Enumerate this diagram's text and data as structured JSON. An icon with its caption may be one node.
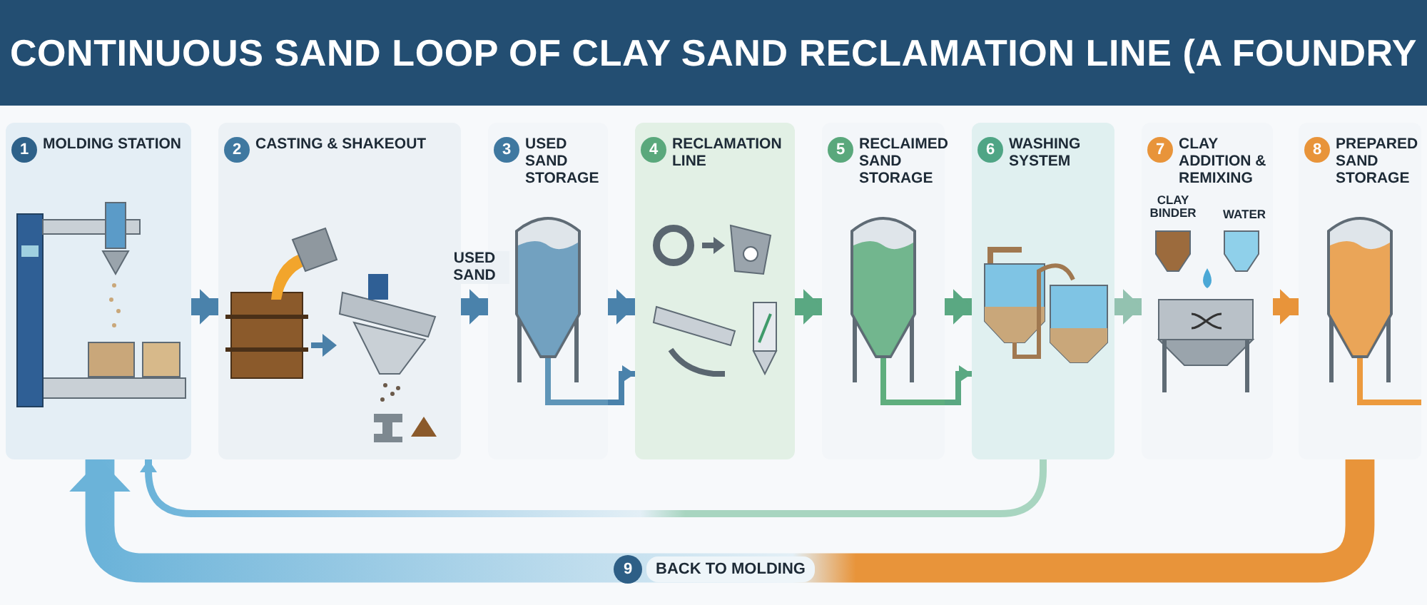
{
  "diagram": {
    "title": "CONTINUOUS SAND LOOP OF  CLAY SAND RECLAMATION LINE (A FOUNDRY",
    "nodes": [
      {
        "text": [
          "1",
          "MOLDING STATION"
        ]
      },
      {
        "text": [
          "2",
          "CASTING & SHAKEOUT"
        ]
      },
      {
        "text": [
          "3",
          "USED SAND STORAGE"
        ]
      },
      {
        "text": [
          "4",
          "RECLAMATION LINE"
        ]
      },
      {
        "text": [
          "5",
          "RECLAIMED SAND STORAGE"
        ]
      },
      {
        "text": [
          "6",
          "WASHING SYSTEM"
        ]
      },
      {
        "text": [
          "7",
          "CLAY ADDITION & REMIXING"
        ]
      },
      {
        "text": [
          "8",
          "PREPARED SAND STORAGE"
        ]
      }
    ],
    "edges": [
      {
        "from": 0,
        "to": 1,
        "arrow": "to"
      },
      {
        "from": 1,
        "to": 2,
        "arrow": "to",
        "label": "USED SAND"
      },
      {
        "from": 2,
        "to": 3,
        "arrow": "to"
      },
      {
        "from": 3,
        "to": 4,
        "arrow": "to",
        "color": "#5aa882"
      },
      {
        "from": 4,
        "to": 5,
        "arrow": "to",
        "color": "#5aa882"
      },
      {
        "from": 5,
        "to": 6,
        "arrow": "to",
        "color": "#93c2b0"
      },
      {
        "from": 6,
        "to": 7,
        "arrow": "to",
        "color": "#e8943a"
      },
      {
        "from": 7,
        "to": 0,
        "arrow": "to",
        "style": "thick",
        "color": "#e8943a"
      },
      {
        "from": 5,
        "to": 0,
        "arrow": "to",
        "color": "#a8d5c0"
      },
      {
        "from": 2,
        "to": 3,
        "arrow": "to"
      },
      {
        "from": 4,
        "to": 5,
        "arrow": "to",
        "color": "#5aa882"
      }
    ],
    "labels": [
      "CLAY BINDER",
      "WATER",
      "9",
      "BACK TO MOLDING"
    ]
  }
}
